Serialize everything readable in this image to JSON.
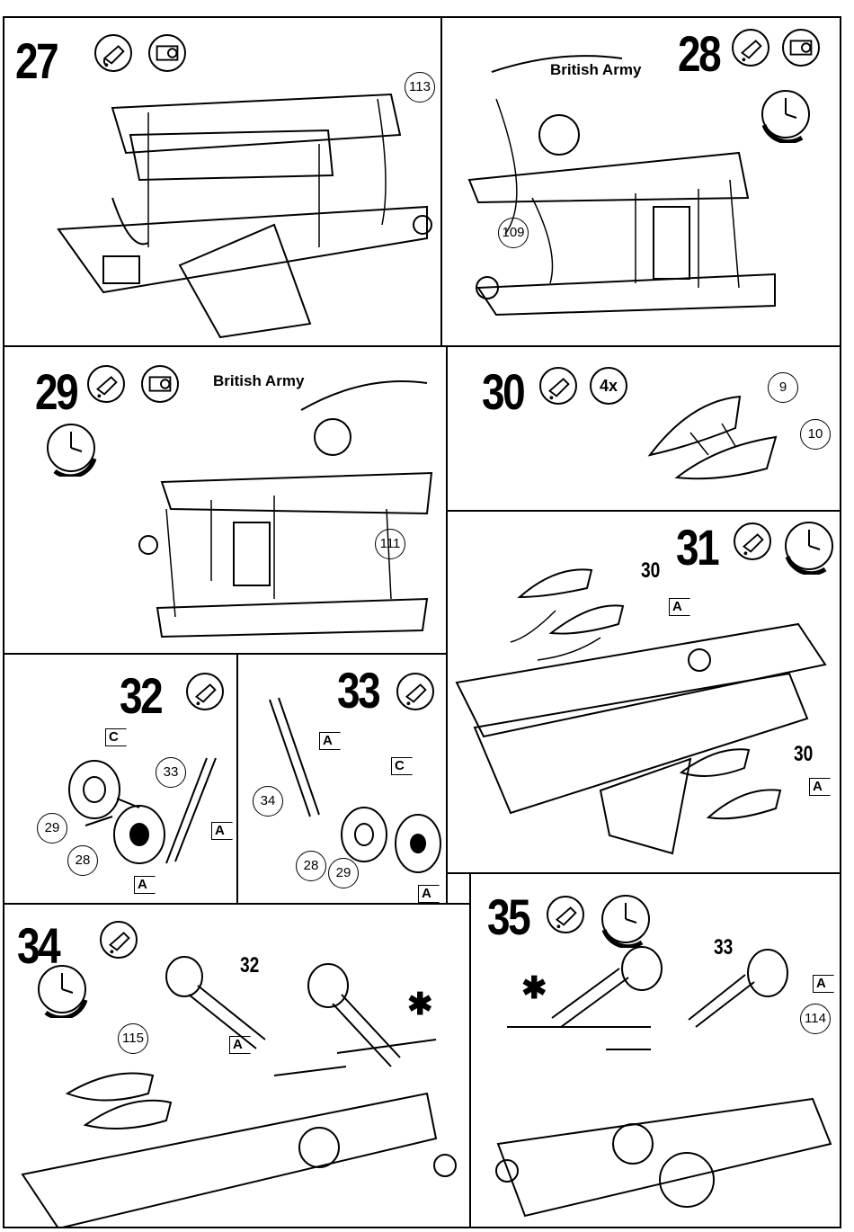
{
  "steps": [
    {
      "num": "27"
    },
    {
      "num": "28"
    },
    {
      "num": "29"
    },
    {
      "num": "30"
    },
    {
      "num": "31"
    },
    {
      "num": "32"
    },
    {
      "num": "33"
    },
    {
      "num": "34"
    },
    {
      "num": "35"
    }
  ],
  "labels": {
    "british_army": "British Army",
    "four_x": "4x",
    "star": "✱"
  },
  "parts": {
    "p113": "113",
    "p109": "109",
    "p111": "111",
    "p9": "9",
    "p10": "10",
    "p30": "30",
    "p33": "33",
    "p29": "29",
    "p28": "28",
    "p34": "34",
    "p32": "32",
    "p115": "115",
    "p114": "114"
  },
  "flags": {
    "A": "A",
    "C": "C"
  },
  "icons": [
    "glue-icon",
    "decal-icon",
    "clock-icon"
  ]
}
